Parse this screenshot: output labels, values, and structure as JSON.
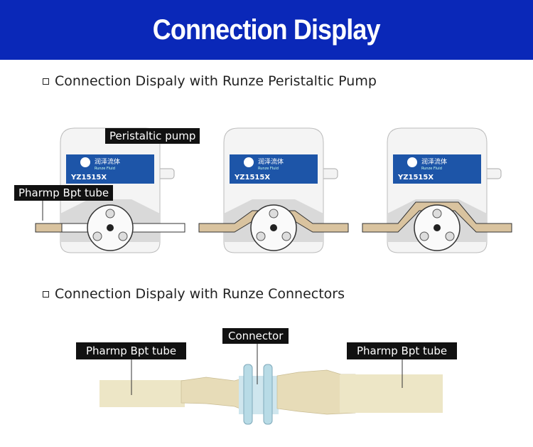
{
  "banner": {
    "title": "Connection Display",
    "color": "#0a28b8"
  },
  "sections": [
    {
      "title": "Connection Dispaly with Runze Peristaltic Pump"
    },
    {
      "title": "Connection Dispaly with Runze Connectors"
    }
  ],
  "pump": {
    "model": "YZ1515X",
    "brand_cn": "润泽流体",
    "brand_en": "Runze Fluid"
  },
  "pump_labels": {
    "pump": "Peristaltic pump",
    "tube": "Pharmp Bpt tube"
  },
  "connector_labels": {
    "left_tube": "Pharmp Bpt tube",
    "connector": "Connector",
    "right_tube": "Pharmp Bpt tube"
  },
  "colors": {
    "tube": "#d9c39f",
    "connector_tube": "#ede6c6",
    "connector": "#b8dbe6"
  }
}
